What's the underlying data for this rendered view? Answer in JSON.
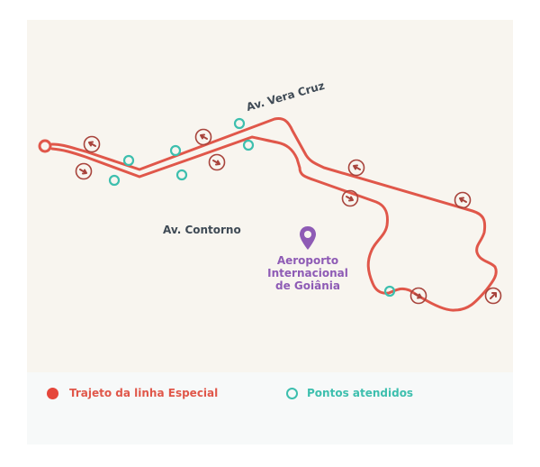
{
  "map": {
    "streets": {
      "vera_cruz": "Av. Vera Cruz",
      "contorno": "Av. Contorno"
    },
    "landmark": {
      "icon": "map-pin-icon",
      "line1": "Aeroporto",
      "line2": "Internacional",
      "line3": "de Goiânia"
    },
    "colors": {
      "route": "#e0574a",
      "arrow": "#a8443c",
      "stop": "#3dbfae",
      "landmark": "#8e5bb5",
      "background": "#f8f5ef"
    }
  },
  "legend": {
    "route_label": "Trajeto da linha Especial",
    "stops_label": "Pontos atendidos"
  }
}
